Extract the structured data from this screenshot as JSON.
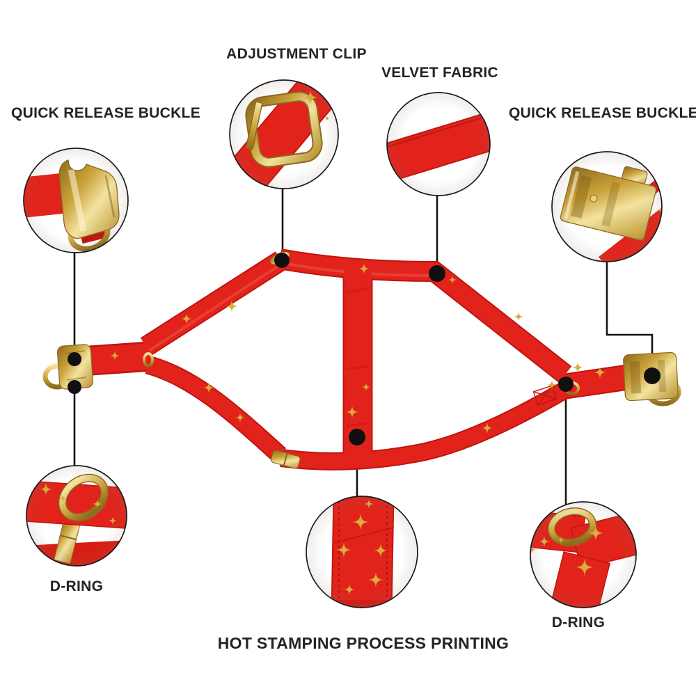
{
  "product": {
    "description": "Red velvet dog harness with gold hardware, annotated feature diagram",
    "background": "#ffffff"
  },
  "colors": {
    "velvet_red": "#e2231b",
    "velvet_red_dark": "#bf140f",
    "gold": "#d9b44a",
    "gold_dark": "#8a691f",
    "gold_light": "#f3e3a0",
    "label_text": "#232323",
    "leader_line": "#141414"
  },
  "callouts": [
    {
      "id": "adjustment-clip",
      "label": "ADJUSTMENT CLIP"
    },
    {
      "id": "velvet-fabric",
      "label": "VELVET FABRIC"
    },
    {
      "id": "quick-release-buckle-left",
      "label": "QUICK RELEASE BUCKLE"
    },
    {
      "id": "quick-release-buckle-right",
      "label": "QUICK RELEASE BUCKLE"
    },
    {
      "id": "d-ring-left",
      "label": "D-RING"
    },
    {
      "id": "d-ring-right",
      "label": "D-RING"
    },
    {
      "id": "hot-stamping",
      "label": "HOT STAMPING PROCESS PRINTING"
    }
  ]
}
